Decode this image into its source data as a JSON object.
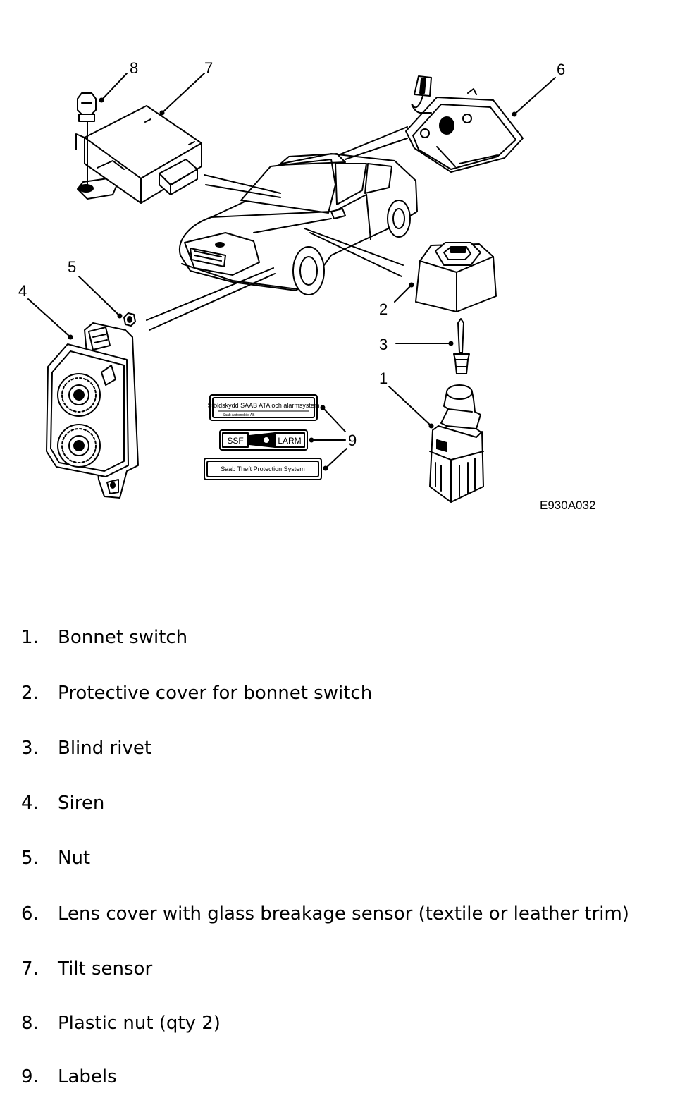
{
  "figure": {
    "id": "E930A032",
    "callouts": [
      "1",
      "2",
      "3",
      "4",
      "5",
      "6",
      "7",
      "8",
      "9"
    ],
    "labels": {
      "label_top": "Stöldskydd SAAB ATA och alarmsystem",
      "label_top_small": "Saab Automobile AB",
      "label_mid_left": "SSF",
      "label_mid_right": "LARM",
      "label_bottom": "Saab Theft Protection System"
    }
  },
  "legend": [
    {
      "num": "1.",
      "text": "Bonnet switch"
    },
    {
      "num": "2.",
      "text": "Protective cover for bonnet switch"
    },
    {
      "num": "3.",
      "text": "Blind rivet"
    },
    {
      "num": "4.",
      "text": "Siren"
    },
    {
      "num": "5.",
      "text": "Nut"
    },
    {
      "num": "6.",
      "text": "Lens cover with glass breakage sensor (textile or leather trim)"
    },
    {
      "num": "7.",
      "text": "Tilt sensor"
    },
    {
      "num": "8.",
      "text": "Plastic nut (qty 2)"
    },
    {
      "num": "9.",
      "text": "Labels"
    }
  ]
}
